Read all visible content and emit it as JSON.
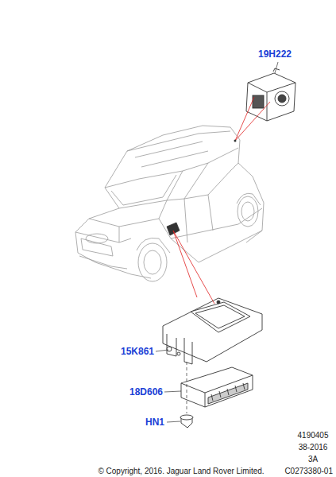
{
  "diagram": {
    "labels": [
      "19H222",
      "15K861",
      "18D606",
      "HN1",
      "4190405",
      "38-2016",
      "3A",
      "C0273380-01",
      "© Copyright, 2016. Jaguar Land Rover Limited."
    ]
  }
}
